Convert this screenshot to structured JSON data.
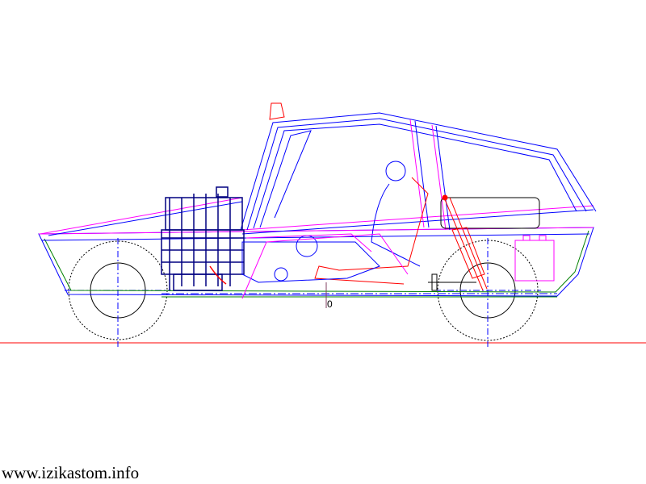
{
  "drawing": {
    "title": "Buggy side view CAD drawing",
    "dimension_label": "0",
    "colors": {
      "ground": "#ff0000",
      "frame": "#0000ff",
      "body": "#ff00ff",
      "engine": "#000080",
      "suspension": "#ff0000",
      "floor": "#008000",
      "wheel": "#000000"
    }
  },
  "footer": {
    "website": "www.izikastom.info"
  }
}
